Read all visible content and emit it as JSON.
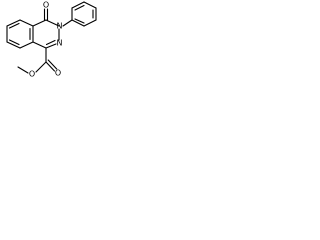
{
  "atoms": {
    "oxo_o": "O",
    "n2": "N",
    "n3": "N",
    "ester_o_carbonyl": "O",
    "ester_o_ether": "O"
  }
}
